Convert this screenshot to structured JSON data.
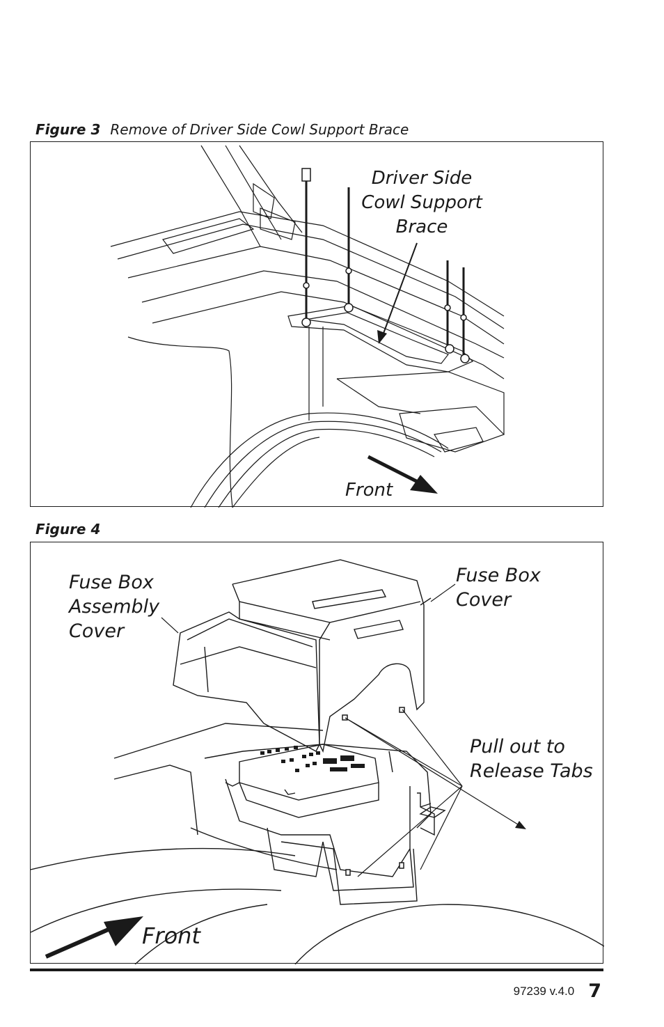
{
  "figure3": {
    "number": "Figure 3",
    "title": "Remove of Driver Side Cowl Support Brace",
    "labels": {
      "brace_line1": "Driver Side",
      "brace_line2": "Cowl Support",
      "brace_line3": "Brace",
      "front": "Front"
    }
  },
  "figure4": {
    "number": "Figure 4",
    "title": "",
    "labels": {
      "assembly_line1": "Fuse Box",
      "assembly_line2": "Assembly",
      "assembly_line3": "Cover",
      "cover_line1": "Fuse Box",
      "cover_line2": "Cover",
      "tabs_line1": "Pull out to",
      "tabs_line2": "Release Tabs",
      "front": "Front"
    }
  },
  "footer": {
    "doc_version": "97239 v.4.0",
    "page_number": "7"
  }
}
